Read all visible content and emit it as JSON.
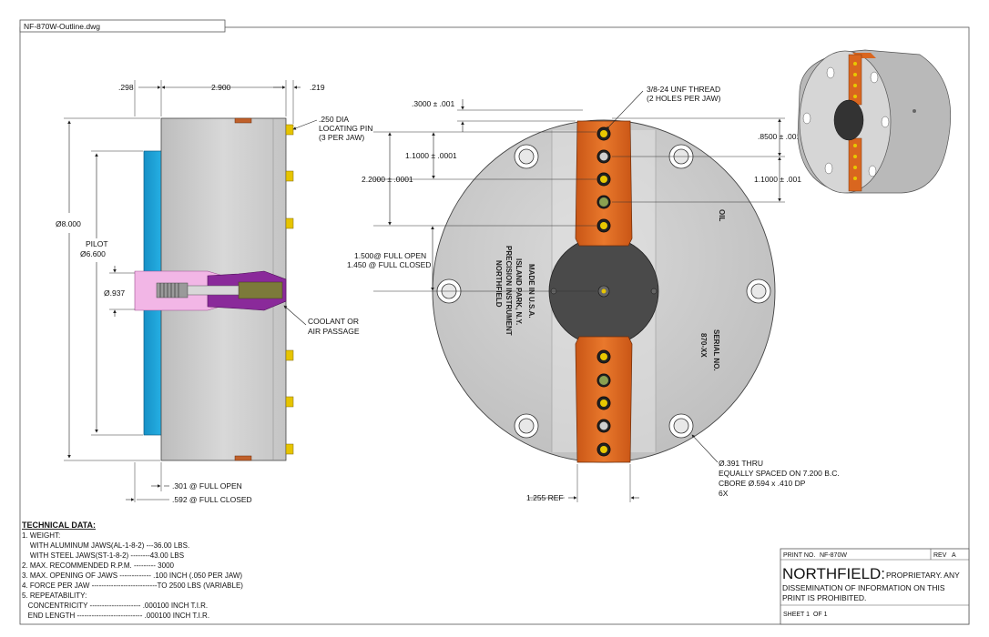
{
  "file_tab": "NF-870W-Outline.dwg",
  "side_view": {
    "dim_298": ".298",
    "dim_2900": "2.900",
    "dim_219": ".219",
    "locating_pin": [
      ".250 DIA",
      "LOCATING PIN",
      "(3 PER JAW)"
    ],
    "dia_8000": "Ø8.000",
    "pilot": [
      "PILOT",
      "Ø6.600"
    ],
    "dia_937": "Ø.937",
    "coolant": [
      "COOLANT OR",
      "AIR PASSAGE"
    ],
    "open_301": ".301 @ FULL OPEN",
    "closed_592": ".592 @ FULL CLOSED"
  },
  "front_view": {
    "dim_3000": ".3000 ± .001",
    "dim_11000": "1.1000 ± .0001",
    "dim_22000": "2.2000 ± .0001",
    "thread": [
      "3/8-24 UNF THREAD",
      "(2 HOLES PER JAW)"
    ],
    "dim_8500": ".8500 ± .001",
    "dim_1100": "1.1000 ± .001",
    "stroke": [
      "1.500@ FULL OPEN",
      "1.450 @ FULL CLOSED"
    ],
    "stamp_left": [
      "NORTHFIELD",
      "PRECISION INSTRUMENT",
      "ISLAND PARK, N.Y.",
      "MADE IN U.S.A."
    ],
    "stamp_right": [
      "870-XX",
      "SERIAL NO."
    ],
    "stamp_oil": "OIL",
    "holes": [
      "Ø.391 THRU",
      "EQUALLY SPACED ON 7.200 B.C.",
      "CBORE Ø.594 x .410 DP",
      "6X"
    ],
    "ref": "1.255 REF"
  },
  "tech_data": {
    "title": "TECHNICAL DATA:",
    "lines": [
      "1. WEIGHT:",
      "    WITH ALUMINUM JAWS(AL-1-8-2) ---36.00 LBS.",
      "    WITH STEEL JAWS(ST-1-8-2) --------43.00 LBS",
      "2. MAX. RECOMMENDED R.P.M. --------- 3000",
      "3. MAX. OPENING OF JAWS ------------- .100 INCH (.050 PER JAW)",
      "4. FORCE PER JAW ---------------------------TO 2500 LBS (VARIABLE)",
      "5. REPEATABILITY:",
      "   CONCENTRICITY --------------------- .000100 INCH T.I.R.",
      "   END LENGTH --------------------------- .000100 INCH T.I.R."
    ]
  },
  "title_block": {
    "print_label": "PRINT NO.",
    "print_no": "NF-870W",
    "rev_label": "REV",
    "rev": "A",
    "company": "NORTHFIELD:",
    "notice_1": "PROPRIETARY. ANY",
    "notice_2": "DISSEMINATION OF INFORMATION ON THIS",
    "notice_3": "PRINT IS PROHIBITED.",
    "sheet": "SHEET 1  OF 1"
  },
  "colors": {
    "body": "#c8c8c8",
    "pilot": "#1a9fd8",
    "jaw": "#d9661f",
    "coolant_pink": "#f2b6e6",
    "coolant_purple": "#8a2a9a",
    "pin": "#e8c800",
    "hub": "#4a4a4a"
  }
}
